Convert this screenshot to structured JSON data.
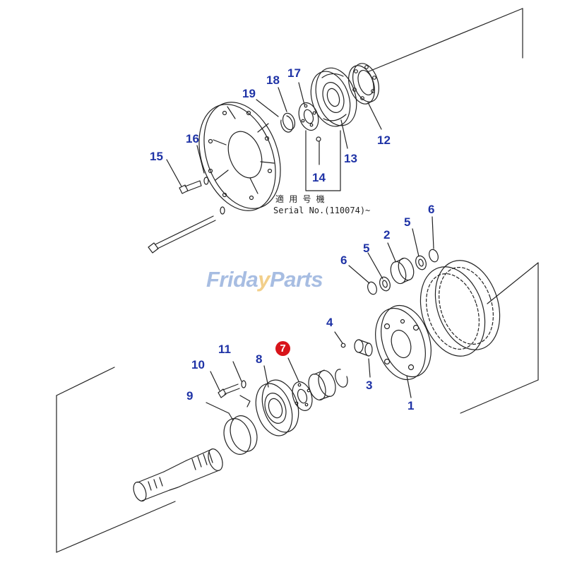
{
  "diagram": {
    "labels": [
      {
        "id": "1",
        "text": "1"
      },
      {
        "id": "2",
        "text": "2"
      },
      {
        "id": "3",
        "text": "3"
      },
      {
        "id": "4",
        "text": "4"
      },
      {
        "id": "5a",
        "text": "5"
      },
      {
        "id": "5b",
        "text": "5"
      },
      {
        "id": "6a",
        "text": "6"
      },
      {
        "id": "6b",
        "text": "6"
      },
      {
        "id": "7",
        "text": "7",
        "highlighted": true
      },
      {
        "id": "8",
        "text": "8"
      },
      {
        "id": "9",
        "text": "9"
      },
      {
        "id": "10",
        "text": "10"
      },
      {
        "id": "11",
        "text": "11"
      },
      {
        "id": "12",
        "text": "12"
      },
      {
        "id": "13",
        "text": "13"
      },
      {
        "id": "14",
        "text": "14"
      },
      {
        "id": "15",
        "text": "15"
      },
      {
        "id": "16",
        "text": "16"
      },
      {
        "id": "17",
        "text": "17"
      },
      {
        "id": "18",
        "text": "18"
      },
      {
        "id": "19",
        "text": "19"
      }
    ],
    "note_line1": "適 用 号 機",
    "note_line2": "Serial No.(110074)~",
    "watermark": {
      "part1": "Frida",
      "part2": "y",
      "part3": "Parts"
    },
    "colors": {
      "label": "#1f33a6",
      "highlight": "#d8141a",
      "line": "#222222"
    }
  }
}
